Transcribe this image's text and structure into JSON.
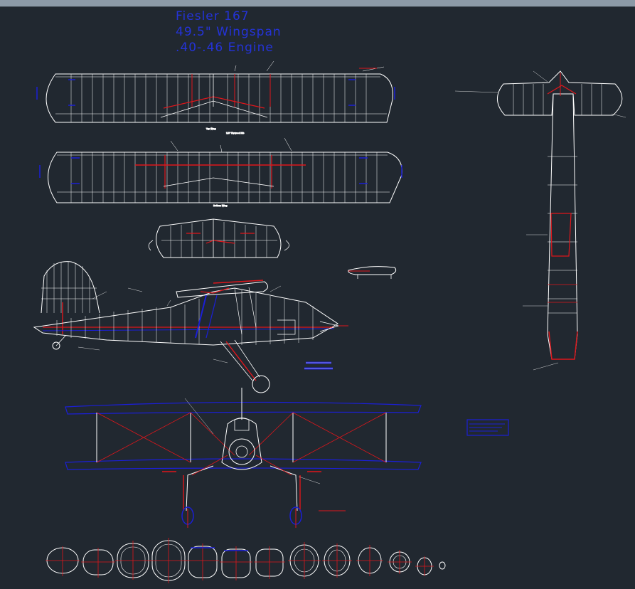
{
  "title_block": {
    "line1": "Fiesler 167",
    "line2": "49.5\" Wingspan",
    "line3": ".40-.46 Engine"
  },
  "colors": {
    "background": "#212830",
    "outline": "#ffffff",
    "spar": "#e0161b",
    "blue": "#1b1fd6",
    "title": "#2433d8"
  },
  "views": {
    "top_wing_label": "Top Wing",
    "bottom_wing_label": "Bottom Wing",
    "wing_note": "1/8\" Plywood Rib"
  }
}
